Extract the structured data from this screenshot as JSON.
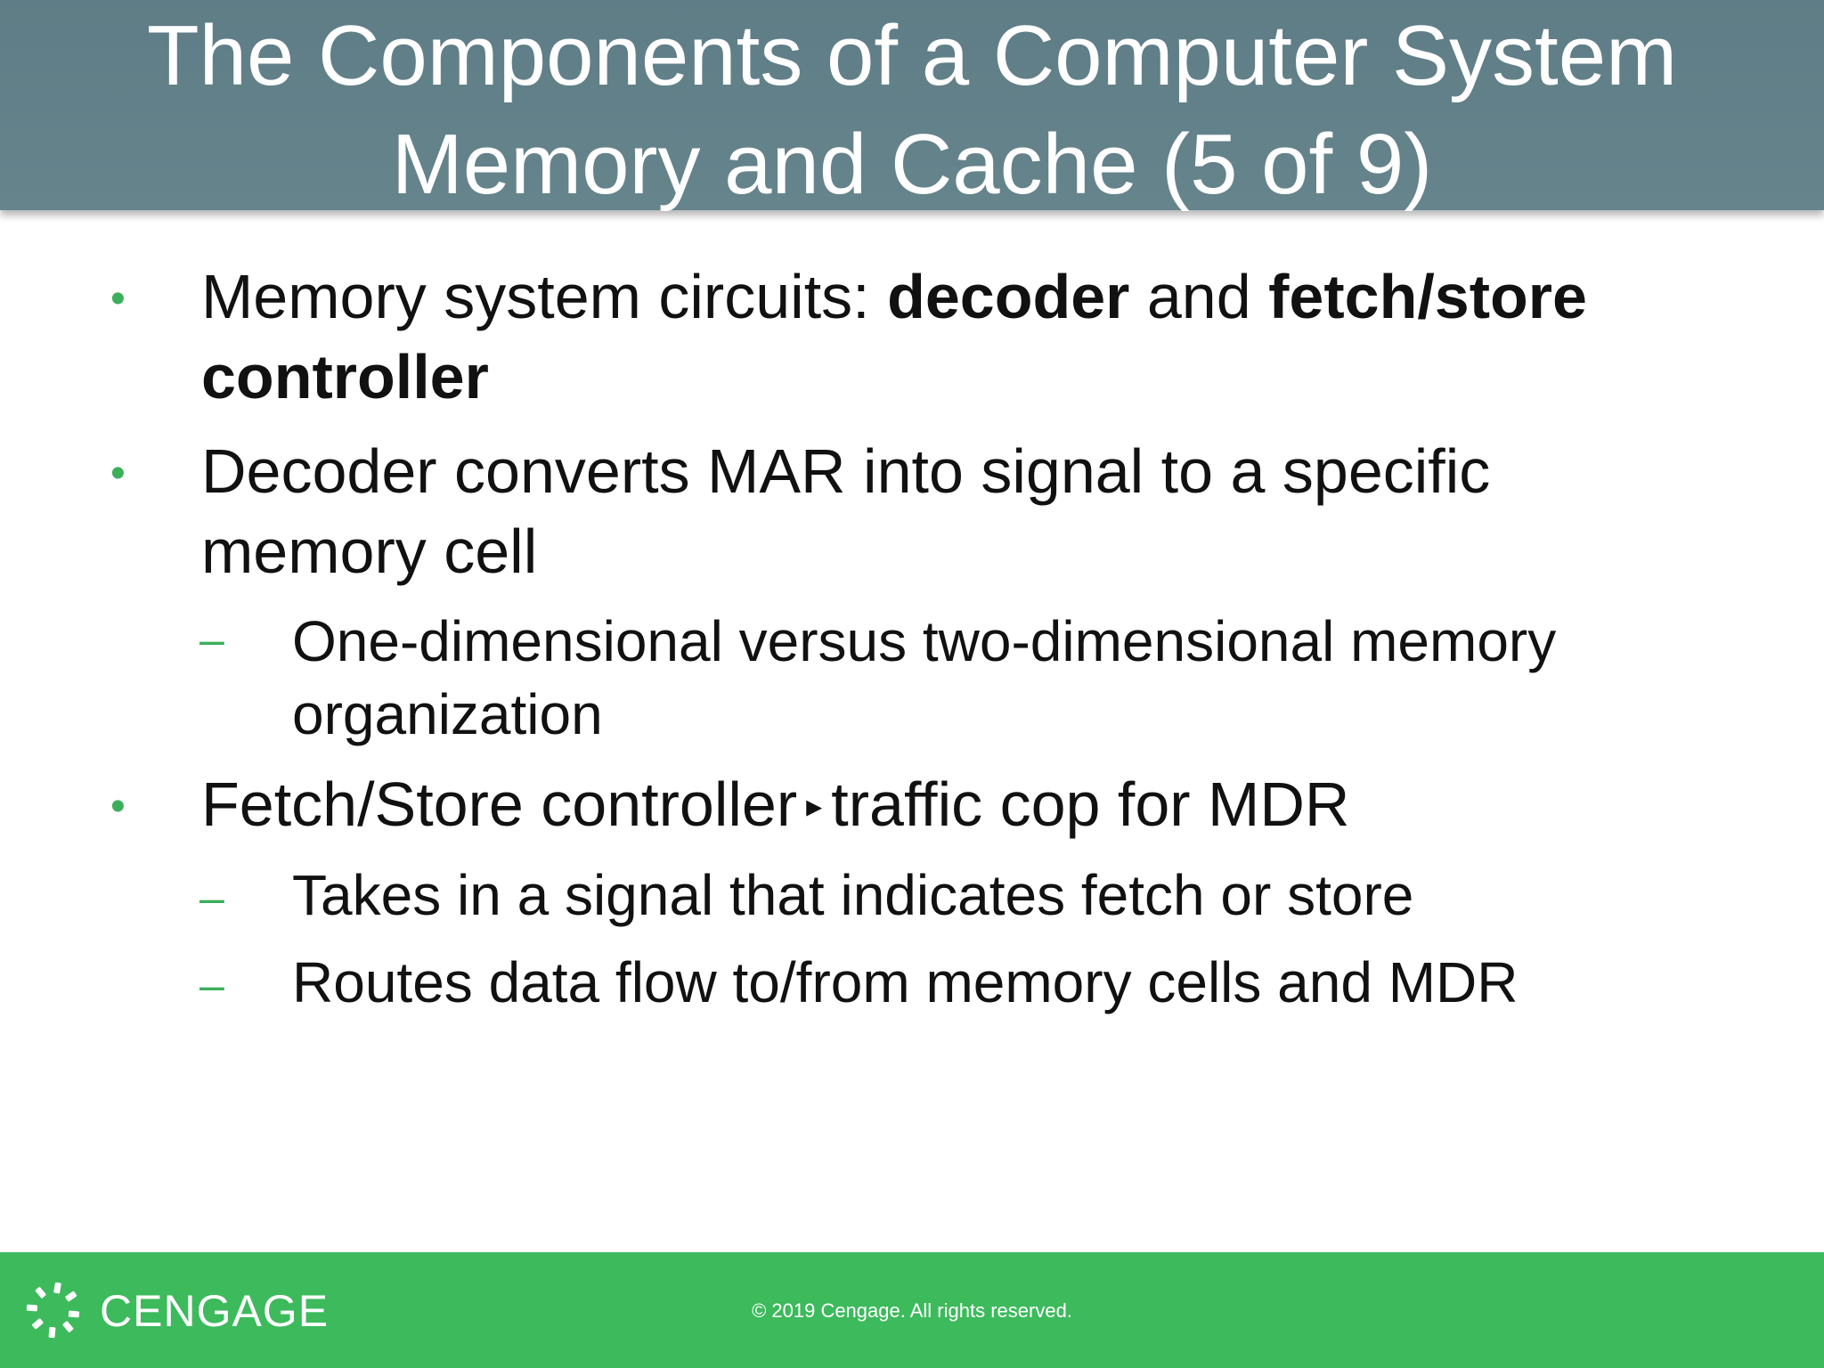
{
  "title": {
    "line1": "The Components of a Computer System",
    "line2": "Memory and Cache (5 of 9)"
  },
  "bullets": [
    {
      "marker": "•",
      "parts": [
        {
          "text": "Memory system circuits: ",
          "bold": false
        },
        {
          "text": "decoder",
          "bold": true
        },
        {
          "text": " and ",
          "bold": false
        },
        {
          "text": "fetch/store controller",
          "bold": true
        }
      ]
    },
    {
      "marker": "•",
      "text": "Decoder converts MAR into signal to a specific memory cell",
      "subitems": [
        {
          "marker": "–",
          "text": "One-dimensional versus two-dimensional memory organization"
        }
      ]
    },
    {
      "marker": "•",
      "text_before": "Fetch/Store controller",
      "arrow": "▸",
      "text_after": "traffic cop for MDR",
      "subitems": [
        {
          "marker": "–",
          "text": "Takes in a signal that indicates fetch or store"
        },
        {
          "marker": "–",
          "text": "Routes data flow to/from memory cells and MDR"
        }
      ]
    }
  ],
  "footer": {
    "logo_text": "CENGAGE",
    "copyright": "© 2019 Cengage. All rights reserved.",
    "colors": {
      "footer_bg": "#3dba5c",
      "title_bg": "#62808a",
      "marker": "#3dae5c"
    }
  }
}
